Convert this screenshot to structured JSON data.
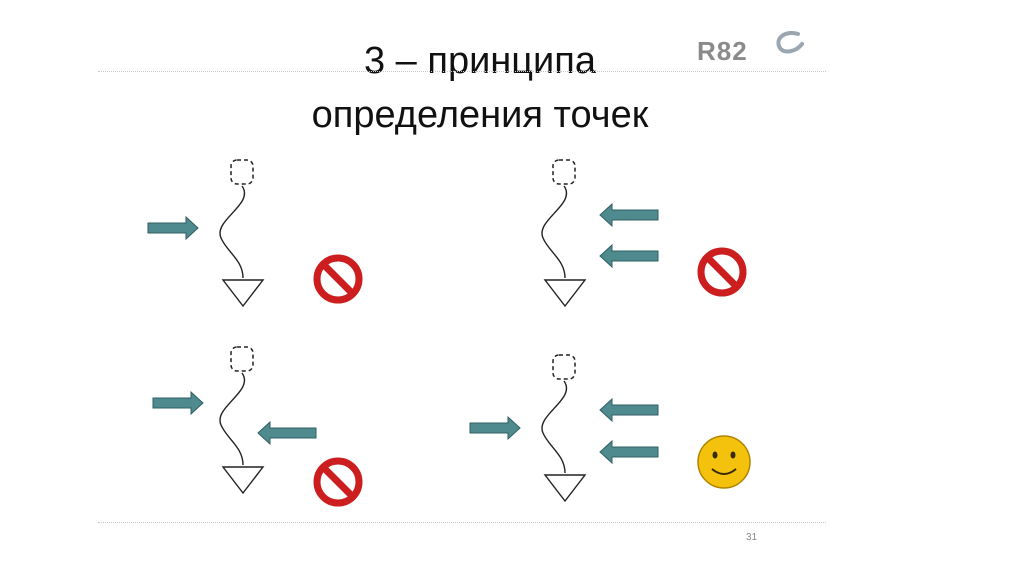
{
  "slide": {
    "title_line1": "3 – принципа",
    "title_line2": "определения точек",
    "logo_text": "R82",
    "page_number": "31"
  },
  "colors": {
    "arrow": "#4f8a8f",
    "prohibited": "#cc1e1e",
    "smiley": "#f4c20d",
    "rule": "#c8c8c8"
  },
  "icons": {
    "prohibited": "prohibited-icon",
    "smiley": "smiley-face-icon",
    "figure": "stick-figure-icon"
  },
  "cases": [
    {
      "left_arrows": 1,
      "right_arrows": 0,
      "result": "prohibited"
    },
    {
      "left_arrows": 0,
      "right_arrows": 2,
      "result": "prohibited"
    },
    {
      "left_arrows": 1,
      "right_arrows": 1,
      "result": "prohibited"
    },
    {
      "left_arrows": 1,
      "right_arrows": 2,
      "result": "ok"
    }
  ]
}
